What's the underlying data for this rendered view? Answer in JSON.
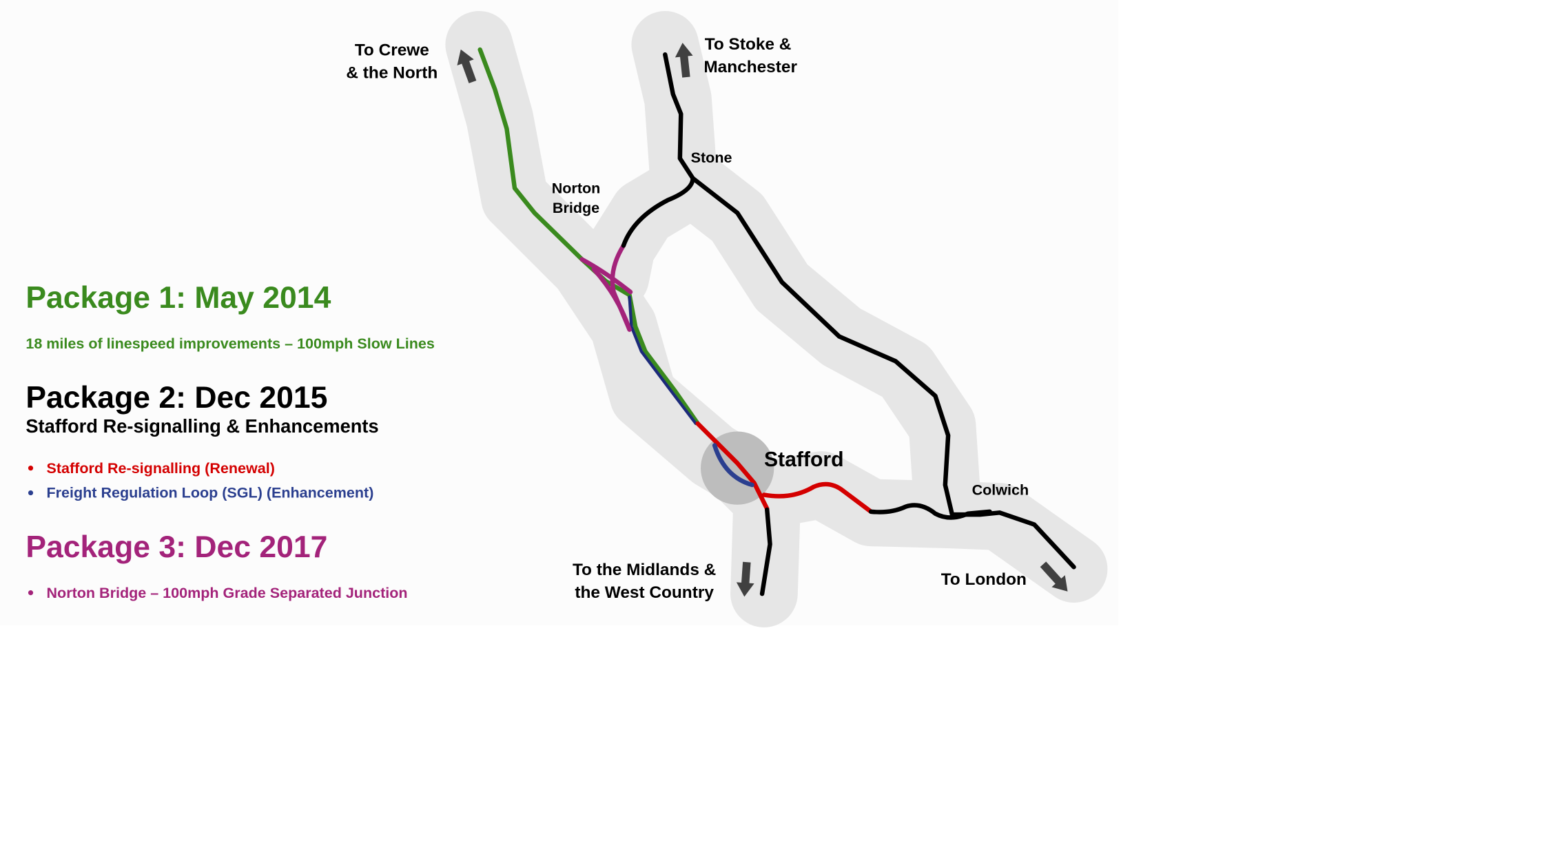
{
  "colors": {
    "package1": "#3a8a1e",
    "package2": "#000000",
    "package3": "#a3237a",
    "renewal": "#d40000",
    "enhancement": "#2b3f8f",
    "corridor": "#e6e6e6",
    "stafford_area": "#bdbdbd",
    "arrow": "#404040"
  },
  "legend": {
    "package1": {
      "title": "Package 1: May 2014",
      "subtitle": "18 miles of linespeed improvements – 100mph Slow Lines"
    },
    "package2": {
      "title": "Package 2: Dec 2015",
      "subtitle": "Stafford Re-signalling & Enhancements",
      "bullets": [
        "Stafford Re-signalling (Renewal)",
        "Freight Regulation Loop (SGL) (Enhancement)"
      ]
    },
    "package3": {
      "title": "Package 3: Dec 2017",
      "bullets": [
        "Norton Bridge – 100mph Grade Separated Junction"
      ]
    }
  },
  "map": {
    "destinations": {
      "crewe": [
        "To Crewe",
        "& the North"
      ],
      "stoke": [
        "To Stoke &",
        "Manchester"
      ],
      "midlands": [
        "To the Midlands &",
        "the West Country"
      ],
      "london": "To London"
    },
    "stations": {
      "stone": "Stone",
      "norton_bridge": [
        "Norton",
        "Bridge"
      ],
      "stafford": "Stafford",
      "colwich": "Colwich"
    }
  }
}
